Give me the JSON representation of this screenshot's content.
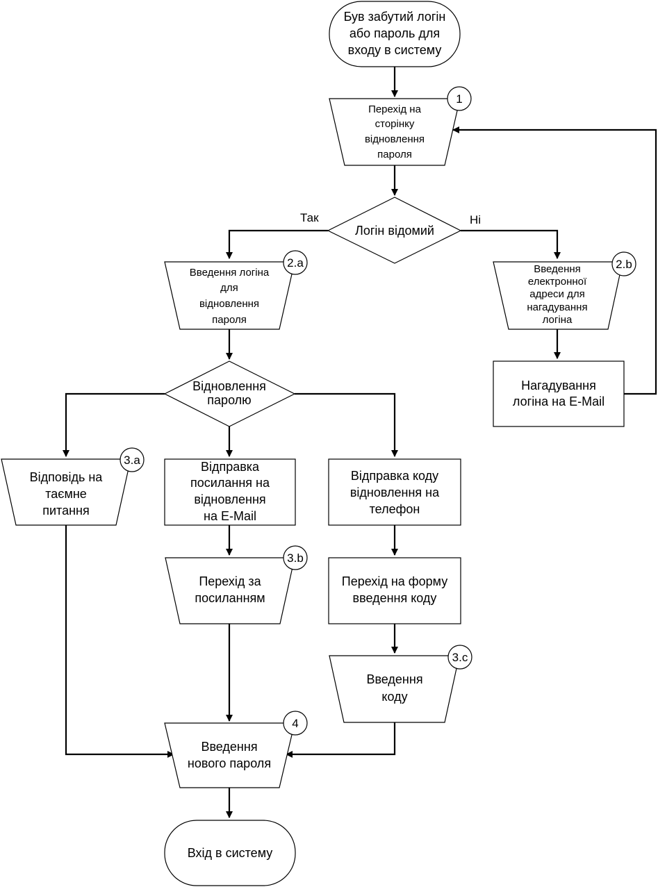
{
  "nodes": {
    "start": {
      "lines": [
        "Був забутий логін",
        "або пароль для",
        "входу в систему"
      ]
    },
    "recovery_page": {
      "lines": [
        "Перехід на",
        "сторінку",
        "відновлення",
        "пароля"
      ],
      "badge": "1"
    },
    "login_known": {
      "lines": [
        "Логін відомий"
      ]
    },
    "enter_login": {
      "lines": [
        "Введення логіна",
        "для",
        "відновлення",
        "пароля"
      ],
      "badge": "2.a"
    },
    "enter_email": {
      "lines": [
        "Введення",
        "електронної",
        "адреси для",
        "нагадування",
        "логіна"
      ],
      "badge": "2.b"
    },
    "remind_login": {
      "lines": [
        "Нагадування",
        "логіна на E-Mail"
      ]
    },
    "password_recovery": {
      "lines": [
        "Відновлення",
        "паролю"
      ]
    },
    "secret_question": {
      "lines": [
        "Відповідь на",
        "таємне",
        "питання"
      ],
      "badge": "3.a"
    },
    "send_link": {
      "lines": [
        "Відправка",
        "посилання на",
        "відновлення",
        "на E-Mail"
      ]
    },
    "send_code": {
      "lines": [
        "Відправка коду",
        "відновлення на",
        "телефон"
      ]
    },
    "follow_link": {
      "lines": [
        "Перехід за",
        "посиланням"
      ],
      "badge": "3.b"
    },
    "code_form": {
      "lines": [
        "Перехід на форму",
        "введення коду"
      ]
    },
    "enter_code": {
      "lines": [
        "Введення",
        "коду"
      ],
      "badge": "3.c"
    },
    "new_password": {
      "lines": [
        "Введення",
        "нового пароля"
      ],
      "badge": "4"
    },
    "login": {
      "lines": [
        "Вхід в систему"
      ]
    }
  },
  "edges": {
    "yes_label": "Так",
    "no_label": "Ні"
  }
}
